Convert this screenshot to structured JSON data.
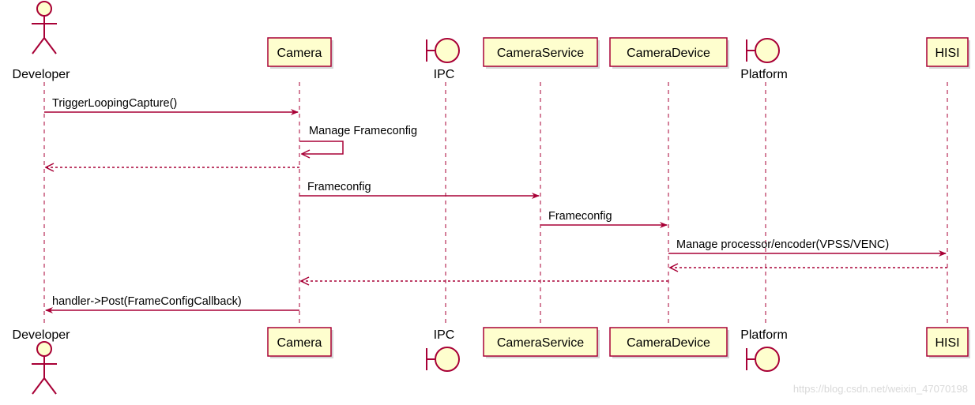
{
  "colors": {
    "stroke": "#A80036",
    "fill": "#FEFECE",
    "lifeline": "#A80036",
    "text": "#000000",
    "watermark": "#D9D9D9"
  },
  "participants": [
    {
      "id": "developer",
      "label": "Developer",
      "kind": "actor"
    },
    {
      "id": "camera",
      "label": "Camera",
      "kind": "participant"
    },
    {
      "id": "ipc",
      "label": "IPC",
      "kind": "boundary"
    },
    {
      "id": "cameraservice",
      "label": "CameraService",
      "kind": "participant"
    },
    {
      "id": "cameradevice",
      "label": "CameraDevice",
      "kind": "participant"
    },
    {
      "id": "platform",
      "label": "Platform",
      "kind": "boundary"
    },
    {
      "id": "hisi",
      "label": "HISI",
      "kind": "participant"
    }
  ],
  "messages": [
    {
      "from": "developer",
      "to": "camera",
      "label": "TriggerLoopingCapture()",
      "style": "sync"
    },
    {
      "from": "camera",
      "to": "camera",
      "label": "Manage Frameconfig",
      "style": "self"
    },
    {
      "from": "camera",
      "to": "developer",
      "label": "",
      "style": "return"
    },
    {
      "from": "camera",
      "to": "cameraservice",
      "label": "Frameconfig",
      "style": "sync"
    },
    {
      "from": "cameraservice",
      "to": "cameradevice",
      "label": "Frameconfig",
      "style": "sync"
    },
    {
      "from": "cameradevice",
      "to": "hisi",
      "label": "Manage processor/encoder(VPSS/VENC)",
      "style": "sync"
    },
    {
      "from": "hisi",
      "to": "cameradevice",
      "label": "",
      "style": "return"
    },
    {
      "from": "cameradevice",
      "to": "camera",
      "label": "",
      "style": "return"
    },
    {
      "from": "camera",
      "to": "developer",
      "label": "handler->Post(FrameConfigCallback)",
      "style": "sync"
    }
  ],
  "watermark": "https://blog.csdn.net/weixin_47070198"
}
